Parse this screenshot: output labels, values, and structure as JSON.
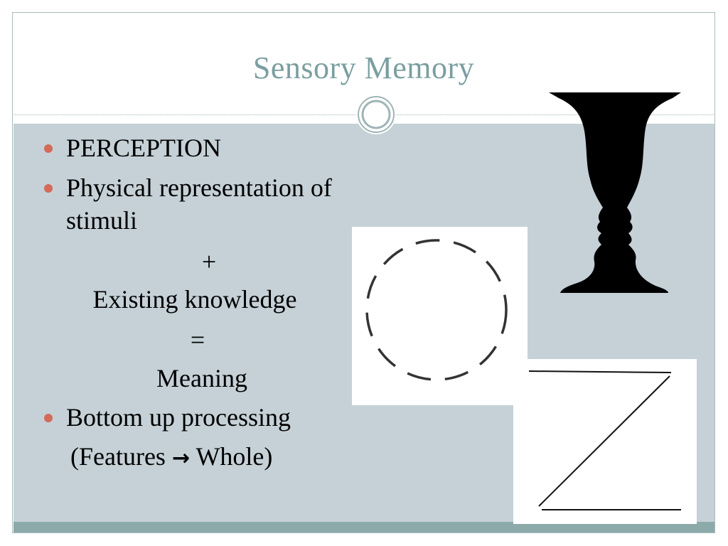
{
  "slide": {
    "title": "Sensory Memory",
    "bullets": [
      "PERCEPTION",
      "Physical representation of stimuli",
      "Bottom up processing"
    ],
    "equation": {
      "plus": "+",
      "existing": "Existing knowledge",
      "equals": "=",
      "meaning": "Meaning"
    },
    "features_whole": {
      "features": "(Features",
      "arrow": "→",
      "whole": "Whole)"
    },
    "images": [
      "vase-faces-illusion",
      "dashed-circle-closure",
      "z-shape-line-figure"
    ]
  },
  "colors": {
    "title": "#7b9ea0",
    "content_band": "#c5d1d7",
    "footer_band": "#8caaa9",
    "bullet": "#d46a5a"
  }
}
